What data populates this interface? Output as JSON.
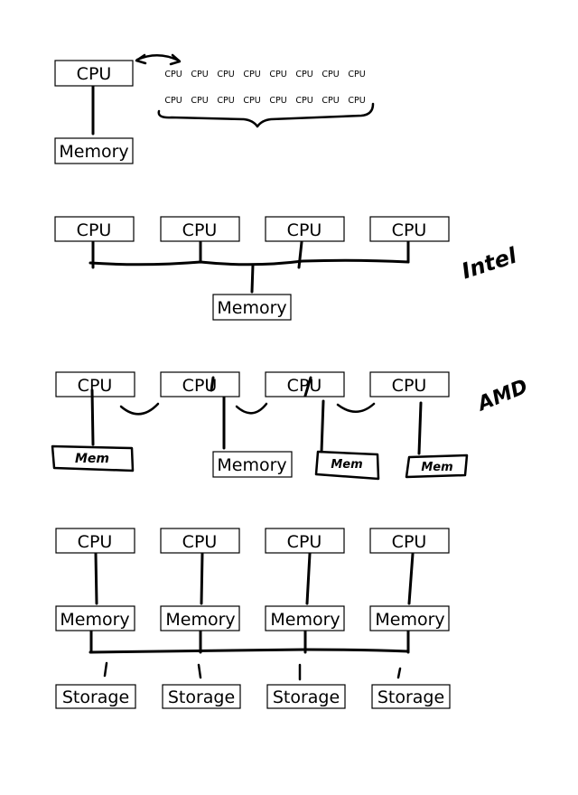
{
  "cpu": "CPU",
  "memory": "Memory",
  "storage": "Storage",
  "mem_short": "Mem",
  "vendor_intel": "Intel",
  "vendor_amd": "AMD",
  "small_cpu": [
    "CPU",
    "CPU",
    "CPU",
    "CPU",
    "CPU",
    "CPU",
    "CPU",
    "CPU",
    "CPU",
    "CPU",
    "CPU",
    "CPU",
    "CPU",
    "CPU",
    "CPU",
    "CPU"
  ]
}
